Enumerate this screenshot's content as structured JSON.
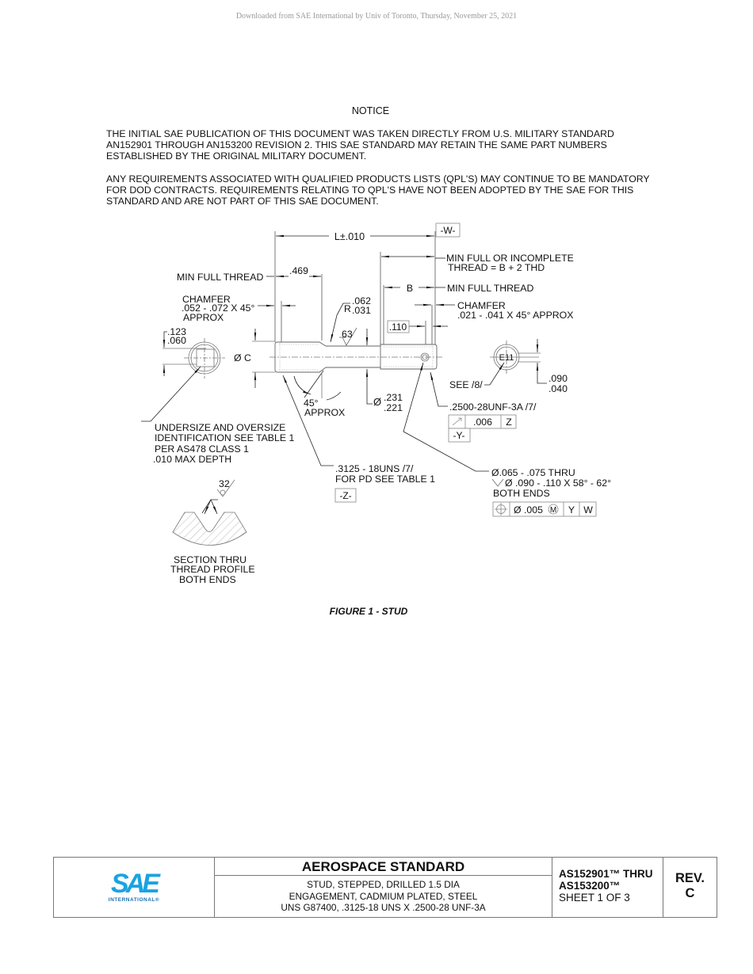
{
  "watermark": "Downloaded from SAE International by Univ of Toronto, Thursday, November 25, 2021",
  "notice": {
    "title": "NOTICE",
    "paragraph1": "THE INITIAL SAE PUBLICATION OF THIS DOCUMENT WAS TAKEN DIRECTLY FROM U.S. MILITARY STANDARD AN152901 THROUGH AN153200 REVISION 2. THIS SAE STANDARD MAY RETAIN THE SAME PART NUMBERS ESTABLISHED BY THE ORIGINAL MILITARY DOCUMENT.",
    "paragraph2": "ANY REQUIREMENTS ASSOCIATED WITH QUALIFIED PRODUCTS LISTS (QPL'S) MAY CONTINUE TO BE MANDATORY FOR DOD CONTRACTS. REQUIREMENTS RELATING TO QPL'S HAVE NOT BEEN ADOPTED BY THE SAE FOR THIS STANDARD AND ARE NOT PART OF THIS SAE DOCUMENT."
  },
  "drawing": {
    "length_dim": "L±.010",
    "datum_w": "-W-",
    "min_full_or_incomplete_1": "MIN FULL OR INCOMPLETE",
    "min_full_or_incomplete_2": "THREAD = B + 2 THD",
    "min_full_thread_left": "MIN FULL THREAD",
    "dim_469": ".469",
    "dim_b": "B",
    "min_full_thread_right": "MIN FULL THREAD",
    "chamfer_left_1": "CHAMFER",
    "chamfer_left_2": ".052 - .072 X 45°",
    "chamfer_left_3": "APPROX",
    "radius_r": "R",
    "radius_upper": ".062",
    "radius_lower": ".031",
    "chamfer_right_1": "CHAMFER",
    "chamfer_right_2": ".021 - .041 X 45° APPROX",
    "dim_110": ".110",
    "depth_upper": ".123",
    "depth_lower": ".060",
    "surface_finish_63": "63",
    "dia_c": "Ø C",
    "marking_e11": "E11",
    "see_8": "SEE /8/",
    "dim_090": ".090",
    "dim_040": ".040",
    "angle_45": "45°",
    "angle_approx": "APPROX",
    "dia_sym": "Ø",
    "dia_upper": ".231",
    "dia_lower": ".221",
    "thread_small": ".2500-28UNF-3A /7/",
    "runout_value": ".006",
    "runout_datum": "Z",
    "datum_y": "-Y-",
    "undersize_1": "UNDERSIZE AND OVERSIZE",
    "undersize_2": "IDENTIFICATION SEE TABLE 1",
    "undersize_3": "PER AS478 CLASS 1",
    "undersize_4": ".010 MAX DEPTH",
    "thread_large_1": ".3125 - 18UNS /7/",
    "thread_large_2": "FOR PD SEE TABLE 1",
    "datum_z": "-Z-",
    "hole_1": "Ø.065 - .075 THRU",
    "hole_2": "Ø .090 - .110 X 58° - 62°",
    "hole_3": "BOTH ENDS",
    "position_tol": "Ø .005",
    "position_mod": "M",
    "position_datum1": "Y",
    "position_datum2": "W",
    "finish_32": "32",
    "section_1": "SECTION THRU",
    "section_2": "THREAD PROFILE",
    "section_3": "BOTH ENDS"
  },
  "figure_caption": "FIGURE 1 - STUD",
  "title_block": {
    "logo_text": "SAE",
    "logo_sub": "INTERNATIONAL®",
    "heading": "AEROSPACE STANDARD",
    "desc_line1": "STUD, STEPPED, DRILLED 1.5 DIA",
    "desc_line2": "ENGAGEMENT, CADMIUM PLATED, STEEL",
    "desc_line3": "UNS G87400, .3125-18 UNS X .2500-28 UNF-3A",
    "number_line1": "AS152901™ THRU",
    "number_line2": "AS153200™",
    "sheet": "SHEET 1 OF 3",
    "rev_label": "REV.",
    "rev_value": "C"
  },
  "colors": {
    "logo_blue": "#1aa3e0",
    "logo_dark": "#1a6fb0",
    "line": "#444444",
    "border": "#777777"
  }
}
